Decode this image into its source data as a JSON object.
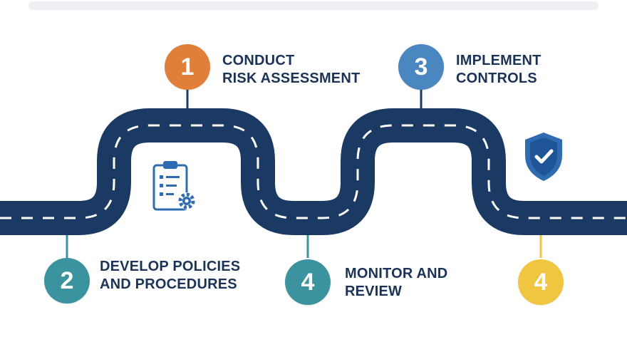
{
  "colors": {
    "road": "#1b3a63",
    "dash": "#ffffff",
    "step1": "#e07f3a",
    "step2": "#3c93a0",
    "step3": "#4a86c0",
    "step4": "#3c93a0",
    "step5": "#f0c53f",
    "text": "#1c3358",
    "icon": "#2f6bb0"
  },
  "steps": [
    {
      "number": "1",
      "line1": "CONDUCT",
      "line2": "RISK ASSESSMENT"
    },
    {
      "number": "2",
      "line1": "DEVELOP POLICIES",
      "line2": "AND PROCEDURES"
    },
    {
      "number": "3",
      "line1": "IMPLEMENT",
      "line2": "CONTROLS"
    },
    {
      "number": "4",
      "line1": "MONITOR AND",
      "line2": "REVIEW"
    },
    {
      "number": "4",
      "line1": "",
      "line2": ""
    }
  ],
  "icons": {
    "policy": "clipboard-gear-icon",
    "security": "shield-check-icon"
  }
}
